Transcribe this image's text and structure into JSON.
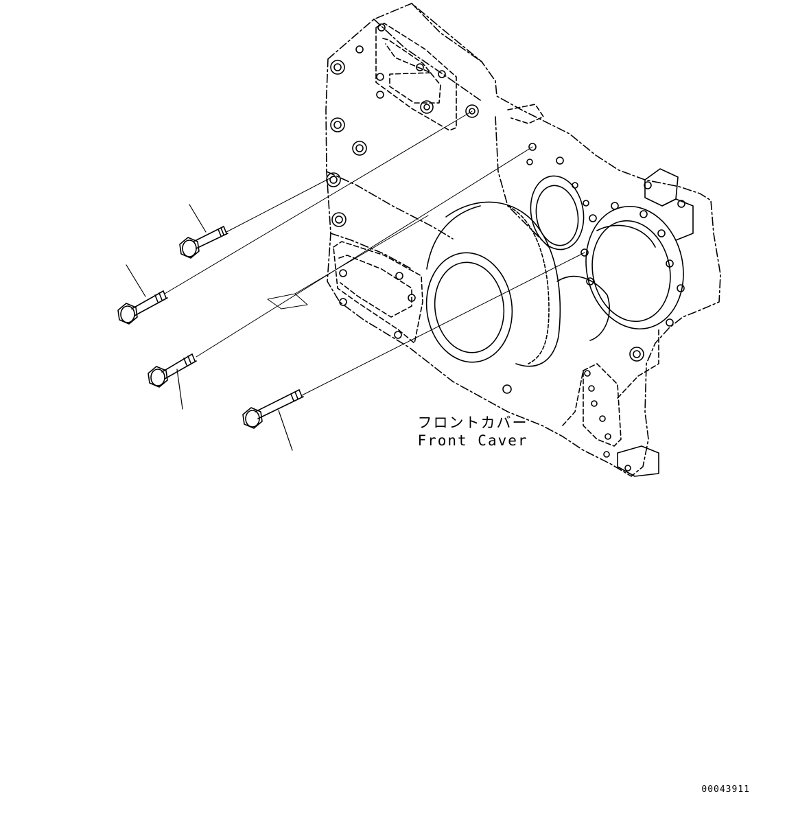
{
  "part_label": {
    "japanese": "フロントカバー",
    "english": "Front Caver"
  },
  "drawing_number": "00043911",
  "callouts": [
    {
      "name": "bolt-1"
    },
    {
      "name": "bolt-2"
    },
    {
      "name": "bolt-3"
    },
    {
      "name": "bolt-4"
    }
  ]
}
